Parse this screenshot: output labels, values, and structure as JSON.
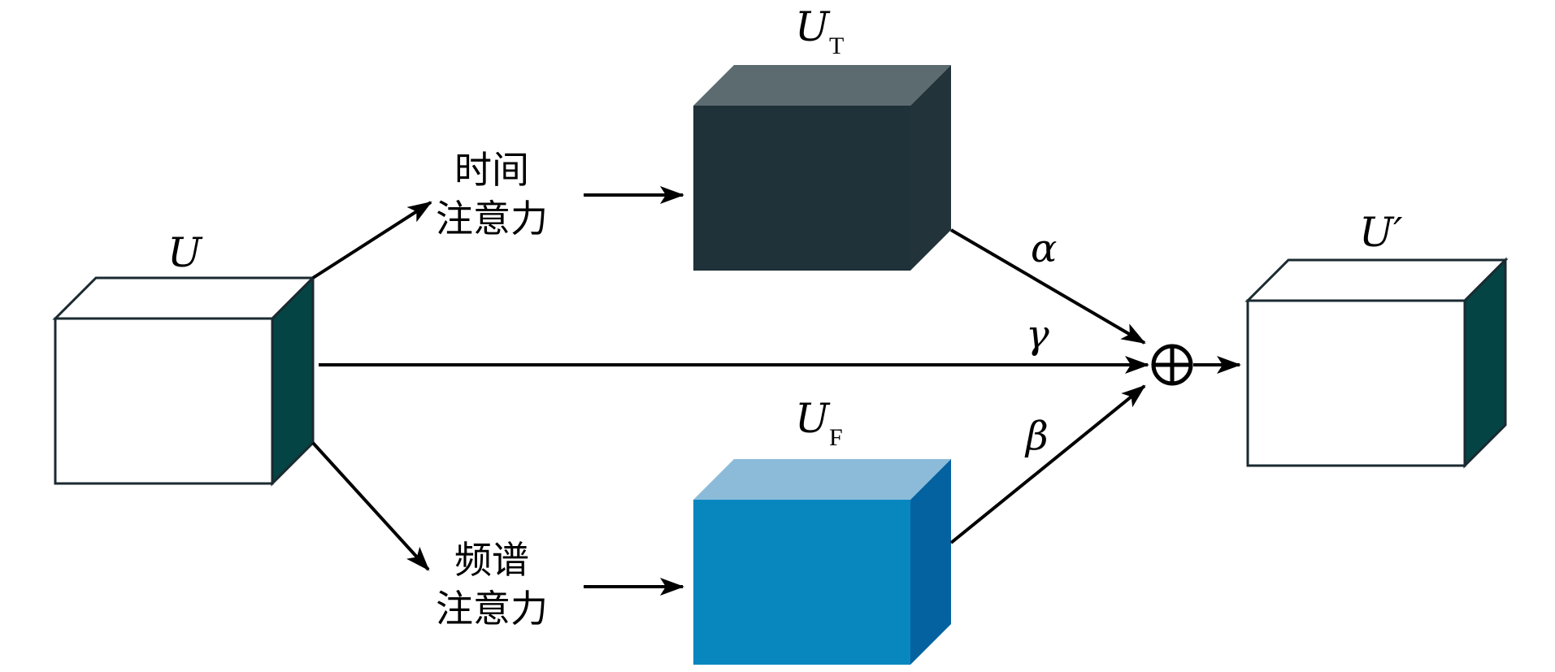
{
  "diagram": {
    "labels": {
      "input": {
        "base": "U",
        "sub": ""
      },
      "time_output": {
        "base": "U",
        "sub": "T"
      },
      "freq_output": {
        "base": "U",
        "sub": "F"
      },
      "output": {
        "base": "U′",
        "sub": ""
      }
    },
    "modules": {
      "time_attention": {
        "line1": "时间",
        "line2": "注意力"
      },
      "freq_attention": {
        "line1": "频谱",
        "line2": "注意力"
      }
    },
    "weights": {
      "alpha": "α",
      "beta": "β",
      "gamma": "γ"
    },
    "operator": "⊕",
    "colors": {
      "input_front": "#ffffff",
      "input_side": "#044444",
      "time_front": "#1f3139",
      "time_top": "#5c6b70",
      "time_side": "#23333a",
      "freq_front": "#0887bf",
      "freq_top": "#8bbbd9",
      "freq_side": "#0562a0",
      "output_front": "#ffffff",
      "output_side": "#044444",
      "line": "#000000"
    }
  }
}
